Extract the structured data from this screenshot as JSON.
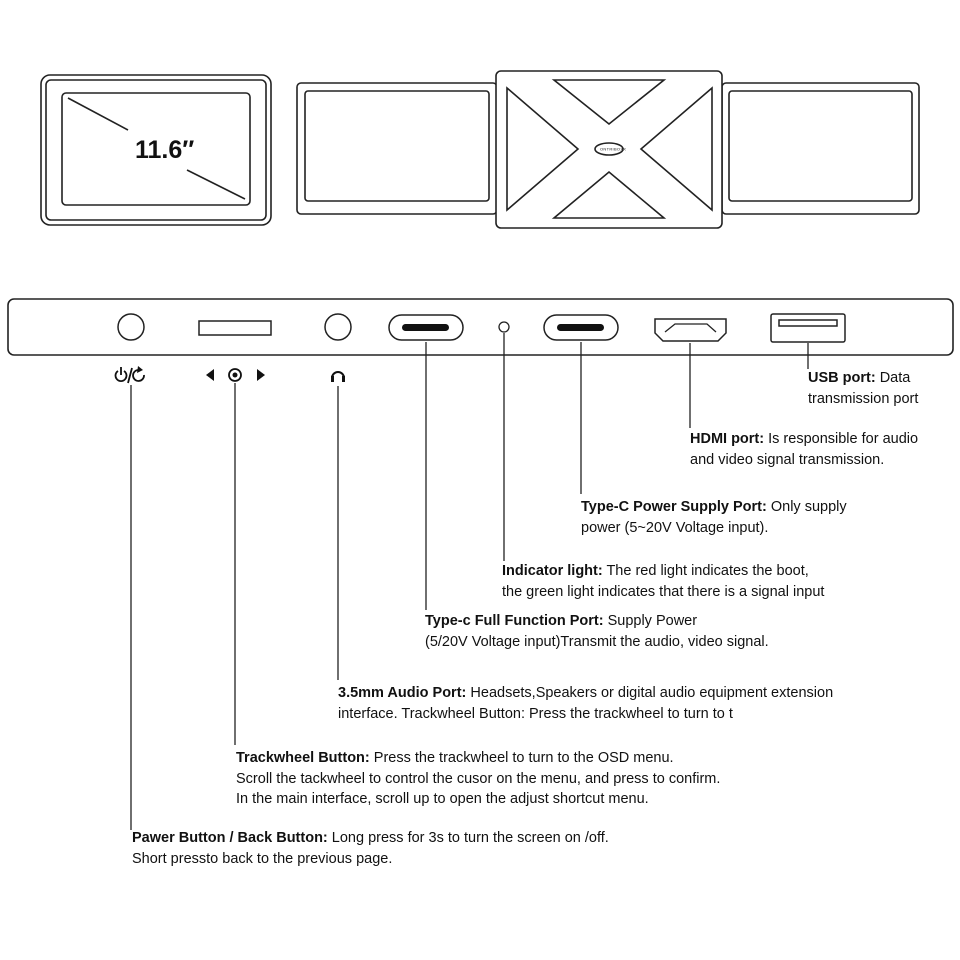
{
  "top_view": {
    "screen_size": "11.6′′",
    "logo_text": "ONTRIBOXX"
  },
  "side_icons": {
    "power": "power-back-icon",
    "trackwheel": "trackwheel-arrows-icon",
    "audio": "headphone-icon"
  },
  "annotations": {
    "usb": {
      "title": "USB port:",
      "line1": " Data",
      "line2": "transmission port"
    },
    "hdmi": {
      "title": "HDMI port:",
      "line1": " Is responsible for audio",
      "line2": "and video signal transmission."
    },
    "typec_power": {
      "title": "Type-C Power Supply Port:",
      "line1": " Only supply",
      "line2": "power (5~20V Voltage input)."
    },
    "indicator": {
      "title": "Indicator light:",
      "line1": " The red light indicates the boot,",
      "line2": "the green light indicates that there is a signal input"
    },
    "typec_full": {
      "title": "Type-c Full Function Port:",
      "line1": " Supply Power",
      "line2": "(5/20V Voltage input)Transmit the audio, video signal."
    },
    "audio": {
      "title": "3.5mm Audio Port:",
      "line1": " Headsets,Speakers or digital audio equipment extension",
      "line2": "interface. Trackwheel Button: Press the trackwheel to turn to t"
    },
    "trackwheel": {
      "title": "Trackwheel Button:",
      "line1": " Press the trackwheel to turn to the OSD menu.",
      "line2": "Scroll the tackwheel to control the cusor on the menu, and press to confirm.",
      "line3": "In the main interface, scroll up to open the adjust shortcut menu."
    },
    "power": {
      "title": "Pawer Button / Back Button:",
      "line1": " Long press for 3s to turn the screen on /off.",
      "line2": "Short pressto back to the previous page."
    }
  }
}
